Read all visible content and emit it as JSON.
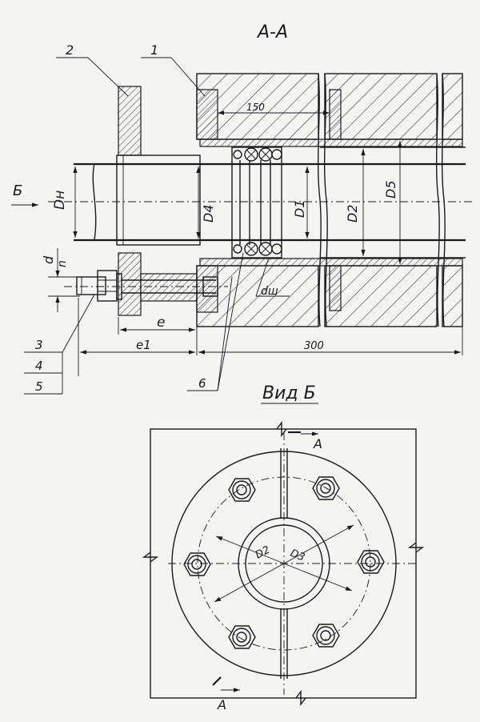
{
  "section_title": "A-A",
  "view_title": "Вид Б",
  "view_marker": "Б",
  "section_marker": "A",
  "callouts": {
    "c1": "1",
    "c2": "2",
    "c3": "3",
    "c4": "4",
    "c5": "5",
    "c6": "6"
  },
  "dimensions": {
    "d150": "150",
    "d300": "300",
    "e": "e",
    "e1": "e1",
    "Dn": "Dн",
    "D4": "D4",
    "D1": "D1",
    "D2": "D2",
    "D5": "D5",
    "dsh": "dш",
    "d": "d",
    "n": "n",
    "D3": "D3"
  },
  "colors": {
    "ink": "#1a1a1a",
    "paper": "#f4f4f1"
  }
}
